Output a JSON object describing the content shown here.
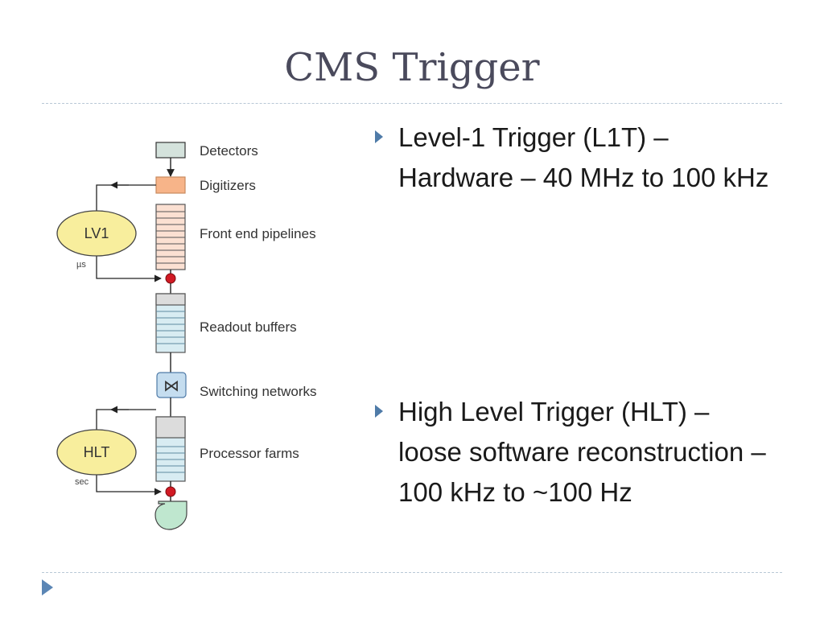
{
  "slide": {
    "title": "CMS Trigger",
    "bullets": [
      "Level-1 Trigger (L1T) – Hardware – 40 MHz to 100 kHz",
      "High Level Trigger (HLT) – loose software reconstruction – 100 kHz to ~100 Hz"
    ]
  },
  "diagram": {
    "stages": [
      "Detectors",
      "Digitizers",
      "Front end pipelines",
      "Readout buffers",
      "Switching networks",
      "Processor farms"
    ],
    "triggers": [
      {
        "label": "LV1",
        "time_unit": "µs"
      },
      {
        "label": "HLT",
        "time_unit": "sec"
      }
    ],
    "switch_symbol": "⋈",
    "colors": {
      "detector_box": "#d4e2dc",
      "digitizer_box": "#f7b489",
      "pipeline_box": "#fbe0d2",
      "buffer_box": "#d8ecf2",
      "switch_box": "#c5ddef",
      "trigger_ellipse": "#f8ee9d",
      "junction_dot": "#d11a24",
      "storage": "#bfe7cf",
      "accent": "#4f7ba8"
    }
  }
}
